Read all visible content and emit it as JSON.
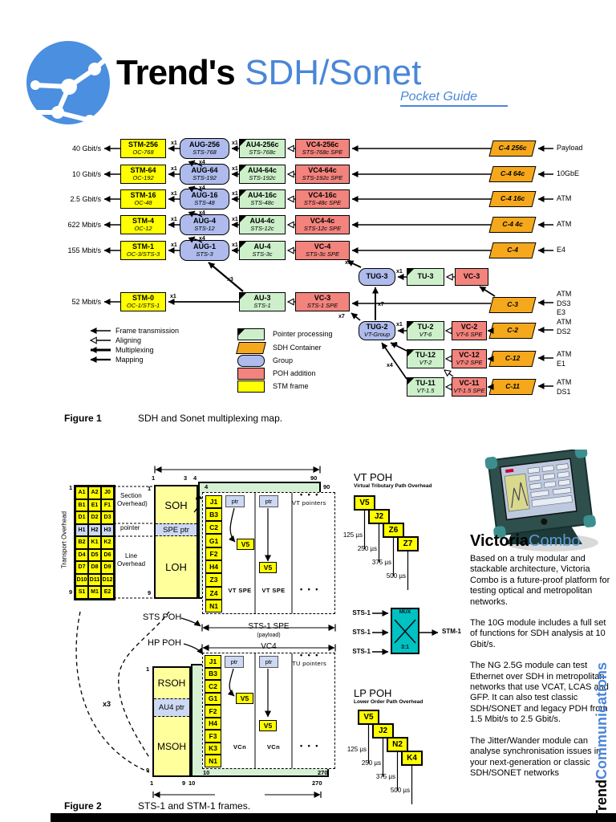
{
  "header": {
    "brand": "Trend's",
    "product": "SDH/Sonet",
    "subtitle": "Pocket Guide"
  },
  "colors": {
    "logo_blue": "#4a8fe0",
    "title_blue": "#4a86d8",
    "stm_yellow": "#ffff00",
    "group_blue": "#aebbec",
    "pointer_green": "#cdf0cb",
    "poh_red": "#f2837d",
    "container_orange": "#f5a81c",
    "mux_teal": "#00c2c2",
    "ptr_blue": "#cdd9f2",
    "frame_green": "#d6f0d4"
  },
  "fig1": {
    "rates": [
      "40 Gbit/s",
      "10 Gbit/s",
      "2.5 Gbit/s",
      "622 Mbit/s",
      "155 Mbit/s",
      "52 Mbit/s"
    ],
    "nodes": {
      "stm256": {
        "l1": "STM-256",
        "l2": "OC-768"
      },
      "stm64": {
        "l1": "STM-64",
        "l2": "OC-192"
      },
      "stm16": {
        "l1": "STM-16",
        "l2": "OC-48"
      },
      "stm4": {
        "l1": "STM-4",
        "l2": "OC-12"
      },
      "stm1": {
        "l1": "STM-1",
        "l2": "OC-3/STS-3"
      },
      "stm0": {
        "l1": "STM-0",
        "l2": "OC-1/STS-1"
      },
      "aug256": {
        "l1": "AUG-256",
        "l2": "STS-768"
      },
      "aug64": {
        "l1": "AUG-64",
        "l2": "STS-192"
      },
      "aug16": {
        "l1": "AUG-16",
        "l2": "STS-48"
      },
      "aug4": {
        "l1": "AUG-4",
        "l2": "STS-12"
      },
      "aug1": {
        "l1": "AUG-1",
        "l2": "STS-3"
      },
      "au4_256": {
        "l1": "AU4-256c",
        "l2": "STS-768c"
      },
      "au4_64": {
        "l1": "AU4-64c",
        "l2": "STS-192c"
      },
      "au4_16": {
        "l1": "AU4-16c",
        "l2": "STS-48c"
      },
      "au4_4": {
        "l1": "AU4-4c",
        "l2": "STS-12c"
      },
      "au4": {
        "l1": "AU-4",
        "l2": "STS-3c"
      },
      "au3": {
        "l1": "AU-3",
        "l2": "STS-1"
      },
      "vc4_256": {
        "l1": "VC4-256c",
        "l2": "STS-768c SPE"
      },
      "vc4_64": {
        "l1": "VC4-64c",
        "l2": "STS-192c SPE"
      },
      "vc4_16": {
        "l1": "VC4-16c",
        "l2": "STS-48c SPE"
      },
      "vc4_4": {
        "l1": "VC4-4c",
        "l2": "STS-12c SPE"
      },
      "vc4": {
        "l1": "VC-4",
        "l2": "STS-3c SPE"
      },
      "vc3a": {
        "l1": "VC-3",
        "l2": ""
      },
      "vc3b": {
        "l1": "VC-3",
        "l2": "STS-1 SPE"
      },
      "vc2": {
        "l1": "VC-2",
        "l2": "VT-6 SPE"
      },
      "vc12": {
        "l1": "VC-12",
        "l2": "VT-2 SPE"
      },
      "vc11": {
        "l1": "VC-11",
        "l2": "VT-1.5 SPE"
      },
      "tug3": {
        "l1": "TUG-3",
        "l2": ""
      },
      "tug2": {
        "l1": "TUG-2",
        "l2": "VT-Group"
      },
      "tu3": {
        "l1": "TU-3",
        "l2": ""
      },
      "tu2": {
        "l1": "TU-2",
        "l2": "VT-6"
      },
      "tu12": {
        "l1": "TU-12",
        "l2": "VT-2"
      },
      "tu11": {
        "l1": "TU-11",
        "l2": "VT-1.5"
      },
      "c4_256": {
        "l1": "C-4 256c",
        "l2": ""
      },
      "c4_64": {
        "l1": "C-4 64c",
        "l2": ""
      },
      "c4_16": {
        "l1": "C-4 16c",
        "l2": ""
      },
      "c4_4": {
        "l1": "C-4 4c",
        "l2": ""
      },
      "c4": {
        "l1": "C-4",
        "l2": ""
      },
      "c3": {
        "l1": "C-3",
        "l2": ""
      },
      "c2": {
        "l1": "C-2",
        "l2": ""
      },
      "c12": {
        "l1": "C-12",
        "l2": ""
      },
      "c11": {
        "l1": "C-11",
        "l2": ""
      }
    },
    "right_labels": [
      [
        "Payload"
      ],
      [
        "10GbE"
      ],
      [
        "ATM"
      ],
      [
        "ATM"
      ],
      [
        "E4"
      ],
      [
        "ATM",
        "DS3",
        "E3"
      ],
      [
        "ATM",
        "DS2"
      ],
      [
        "ATM",
        "E1"
      ],
      [
        "ATM",
        "DS1"
      ]
    ],
    "multipliers": [
      "x1",
      "x1",
      "x4",
      "x1",
      "x1",
      "x4",
      "x1",
      "x1",
      "x4",
      "x1",
      "x1",
      "x4",
      "x1",
      "x1",
      "x3",
      "x1",
      "x3",
      "x1",
      "x7",
      "x7",
      "x1",
      "x3",
      "x4"
    ],
    "legend_arrows": [
      "Frame transmission",
      "Aligning",
      "Multiplexing",
      "Mapping"
    ],
    "legend_shapes": [
      "Pointer processing",
      "SDH Container",
      "Group",
      "POH addition",
      "STM frame"
    ],
    "caption_label": "Figure 1",
    "caption_text": "SDH and Sonet multiplexing map."
  },
  "fig2": {
    "transport_overhead": "Transport Overhead",
    "toh_cells": [
      "A1",
      "A2",
      "J0",
      "B1",
      "E1",
      "F1",
      "D1",
      "D2",
      "D3",
      "H1",
      "H2",
      "H3",
      "B2",
      "K1",
      "K2",
      "D4",
      "D5",
      "D6",
      "D7",
      "D8",
      "D9",
      "D10",
      "D11",
      "D12",
      "S1",
      "M1",
      "E2"
    ],
    "soh": "SOH",
    "spe_ptr": "SPE ptr",
    "loh": "LOH",
    "section_overhead": [
      "Section",
      "Overhead)"
    ],
    "pointer_label": "pointer",
    "line_overhead": [
      "Line",
      "Overhead"
    ],
    "sts_poh_cells": [
      "J1",
      "B3",
      "C2",
      "G1",
      "F2",
      "H4",
      "Z3",
      "Z4",
      "N1"
    ],
    "vc4_poh_cells": [
      "J1",
      "B3",
      "C2",
      "G1",
      "F2",
      "H4",
      "F3",
      "K3",
      "N1"
    ],
    "ptr": "ptr",
    "v5": "V5",
    "vt_pointers": "VT pointers",
    "tu_pointers": "TU pointers",
    "vt_spe": "VT SPE",
    "vcn": "VCn",
    "dots": "• • •",
    "sts_poh": "STS POH",
    "hp_poh": "HP POH",
    "sts1_spe": "STS-1 SPE",
    "payload": "(payload)",
    "vc4_dim": "VC4",
    "rsoh": "RSOH",
    "au4_ptr": "AU4 ptr",
    "msoh": "MSOH",
    "x3": "x3",
    "frame1_ticks": {
      "top": [
        "1",
        "3",
        "4",
        "90"
      ],
      "toh_left": [
        "1",
        "9"
      ],
      "soh_left": [
        "1",
        "9"
      ],
      "spe_corner": [
        "4",
        "90"
      ]
    },
    "frame2_ticks": {
      "left": [
        "1",
        "9"
      ],
      "bottom": [
        "1",
        "9",
        "10",
        "270"
      ],
      "spe": [
        "10",
        "270"
      ]
    },
    "mux": {
      "label": "MUX",
      "ratio": "3:1",
      "inputs": [
        "STS-1",
        "STS-1",
        "STS-1"
      ],
      "output": "STM-1"
    },
    "vt_poh": {
      "title": "VT POH",
      "subtitle": "Virtual Tributary Path Overhead",
      "cells": [
        "V5",
        "J2",
        "Z6",
        "Z7"
      ],
      "times": [
        "125 µs",
        "250 µs",
        "375 µs",
        "500 µs"
      ]
    },
    "lp_poh": {
      "title": "LP POH",
      "subtitle": "Lower Order Path Overhead",
      "cells": [
        "V5",
        "J2",
        "N2",
        "K4"
      ],
      "times": [
        "125 µs",
        "250 µs",
        "375 µs",
        "500 µs"
      ]
    },
    "caption_label": "Figure 2",
    "caption_text": "STS-1 and STM-1 frames."
  },
  "victoria": {
    "title_black": "Victoria",
    "title_blue": "Combo",
    "paragraphs": [
      "Based on a truly modular and stackable architecture, Victoria Combo is a future-proof platform for testing optical and metropolitan networks.",
      "The 10G module includes a full set of functions for SDH analysis at 10 Gbit/s.",
      "The NG 2.5G module can test Ethernet over SDH in metropolitan networks that use VCAT, LCAS and GFP. It can also test classic SDH/SONET and legacy PDH from 1.5 Mbit/s to 2.5 Gbit/s.",
      "The Jitter/Wander module can analyse synchronisation issues in your next-generation or classic SDH/SONET networks"
    ]
  },
  "brand_vertical": {
    "black": "Trend",
    "blue": "Communications"
  }
}
